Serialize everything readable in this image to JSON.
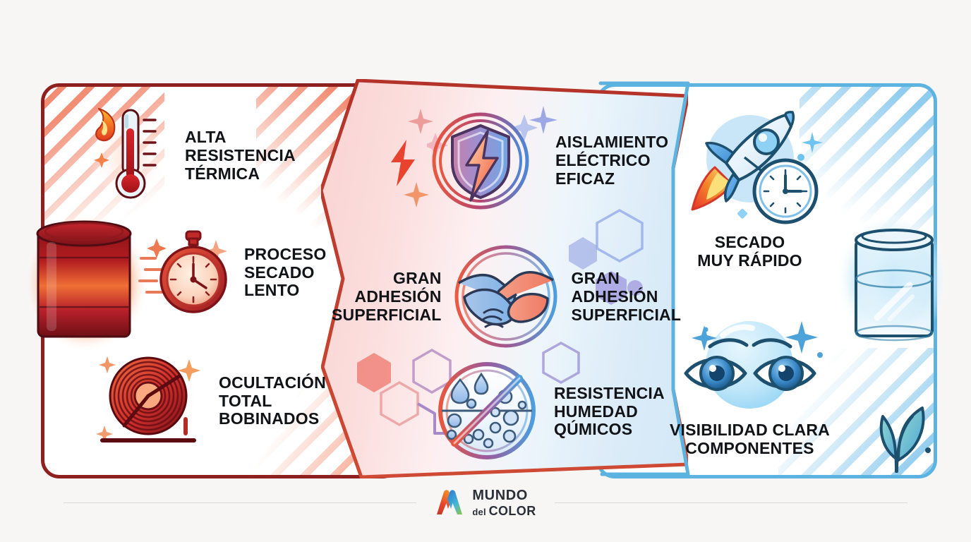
{
  "document": {
    "type": "comparison-infographic",
    "background_color": "#f7f6f5"
  },
  "panels": {
    "left": {
      "name": "panel-rojo",
      "border_color": "#8e2020",
      "accent_color": "#e8542f",
      "background": "#ffffff",
      "features": [
        {
          "id": "alta-resistencia-termica",
          "icon": "thermometer-fire-icon",
          "label": "ALTA\nRESISTENCIA\nTÉRMICA"
        },
        {
          "id": "proceso-secado-lento",
          "icon": "stopwatch-icon",
          "label": "PROCESO\nSECADO\nLENTO"
        },
        {
          "id": "ocultacion-total-bobinados",
          "icon": "coil-winding-icon",
          "label": "OCULTACIÓN\nTOTAL\nBOBINADOS"
        }
      ],
      "decoration": {
        "icon": "paint-can-icon",
        "color": "#c6232c"
      }
    },
    "center": {
      "name": "panel-central",
      "gradient_from": "#f9d3d2",
      "gradient_to": "#d3e8f7",
      "outline_left_color": "#c0392b",
      "outline_right_color": "#5cb3e0",
      "features": [
        {
          "id": "aislamiento-electrico-eficaz",
          "icon": "shield-lightning-icon",
          "label": "AISLAMIENTO\nELÉCTRICO\nEFICAZ"
        },
        {
          "id": "gran-adhesion-superficial",
          "icon": "handshake-icon",
          "label_left": "GRAN\nADHESIÓN\nSUPERFICIAL",
          "label_right": "GRAN\nADHESIÓN\nSUPERFICIAL"
        },
        {
          "id": "resistencia-humedad-quimicos",
          "icon": "no-moisture-chemicals-icon",
          "label": "RESISTENCIA\nHUMEDAD\nQÚMICOS"
        }
      ]
    },
    "right": {
      "name": "panel-azul",
      "border_color": "#5cb3e0",
      "accent_color": "#2e6f9e",
      "background": "#ffffff",
      "features": [
        {
          "id": "secado-muy-rapido",
          "icon": "rocket-clock-icon",
          "label": "SECADO\nMUY RÁPIDO"
        },
        {
          "id": "visibilidad-clara-componentes",
          "icon": "eyes-icon",
          "label": "VISIBILIDAD CLARA\nCOMPONENTES"
        }
      ],
      "decoration": [
        {
          "icon": "glass-jar-icon",
          "color": "#2e6f9e"
        },
        {
          "icon": "leaf-plant-icon",
          "color": "#2e6f9e"
        }
      ]
    }
  },
  "footer": {
    "logo": {
      "mark": "m-logo-icon",
      "line1": "MUNDO",
      "line2_small": "del ",
      "line2_big": "COLOR",
      "mark_colors": [
        "#e8452c",
        "#f0842a",
        "#2b7fd4",
        "#49b7d4",
        "#8dc63f"
      ],
      "text_color": "#2b2f38"
    }
  }
}
